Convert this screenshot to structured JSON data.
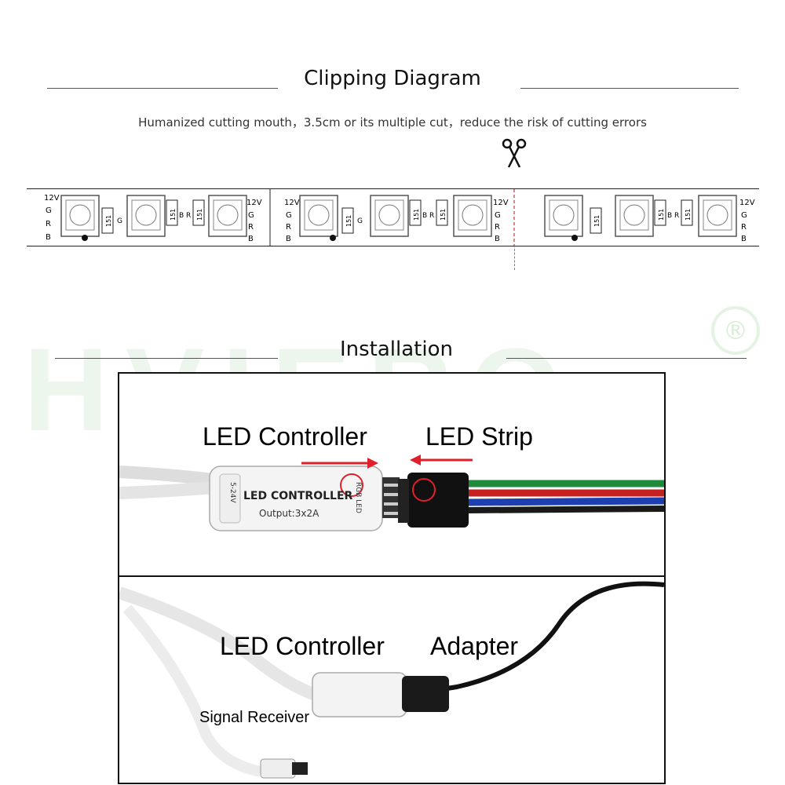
{
  "clipping": {
    "title": "Clipping Diagram",
    "subtitle": "Humanized cutting mouth，3.5cm or its multiple cut，reduce the risk of cutting errors",
    "pad_labels": {
      "v12": "12V",
      "g": "G",
      "r": "R",
      "b": "B",
      "br": "B R"
    },
    "resistor_label": "151"
  },
  "installation": {
    "title": "Installation",
    "panel1": {
      "controller_label": "LED Controller",
      "strip_label": "LED Strip",
      "device_text": "LED CONTROLLER",
      "output_text": "Output:3x2A",
      "voltage_text": "5-24V",
      "port_text": "RGB LED"
    },
    "panel2": {
      "controller_label": "LED Controller",
      "adapter_label": "Adapter",
      "receiver_label": "Signal Receiver"
    }
  },
  "watermark": {
    "text": "HVIERO",
    "mark": "®"
  },
  "colors": {
    "wire_green": "#1f8a3a",
    "wire_red": "#c62020",
    "wire_blue": "#1d3fb0",
    "arrow_red": "#e0202a",
    "cut_line": "#d06060"
  }
}
